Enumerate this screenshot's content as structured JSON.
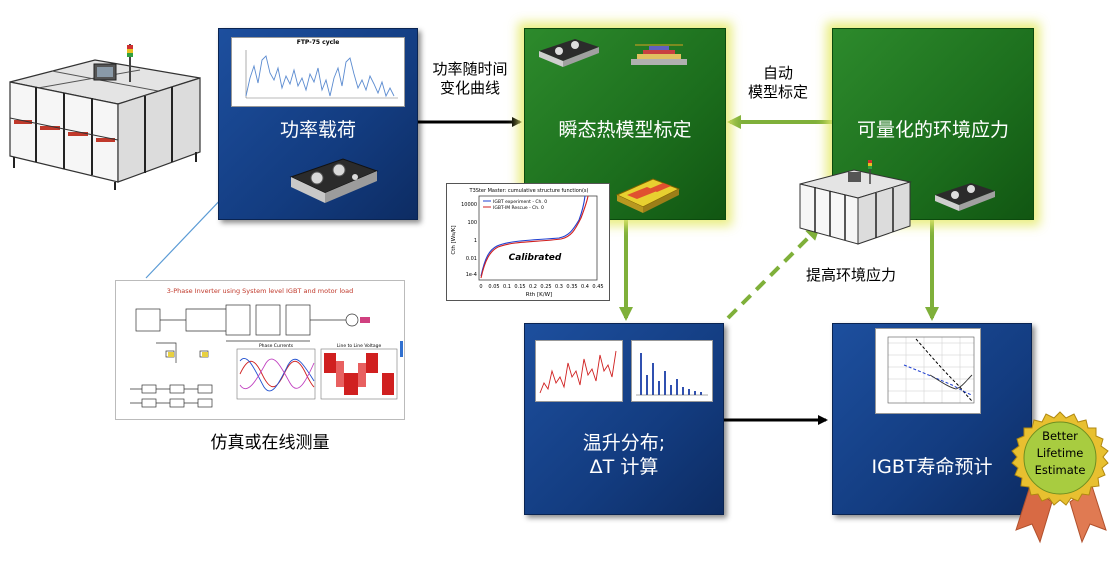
{
  "boxes": {
    "power_load": "功率载荷",
    "thermal_calibration": "瞬态热模型标定",
    "env_stress": "可量化的环境应力",
    "temp_rise": "温升分布;",
    "delta_t": "ΔT 计算",
    "lifetime": "IGBT寿命预计"
  },
  "labels": {
    "power_curve_line1": "功率随时间",
    "power_curve_line2": "变化曲线",
    "auto_line1": "自动",
    "auto_line2": "模型标定",
    "increase_stress": "提高环境应力",
    "simulation": "仿真或在线测量"
  },
  "badge": {
    "line1": "Better",
    "line2": "Lifetime",
    "line3": "Estimate"
  },
  "ftp_chart": {
    "title": "FTP-75 cycle"
  },
  "calibration_chart": {
    "title": "T3Ster Master: cumulative structure function(s)",
    "legend1": "IGBT experiment - Ch. 0",
    "legend2": "IGBT-IM Rescue - Ch. 0",
    "annotation": "Calibrated",
    "xlabel": "Rth [K/W]",
    "ylabel": "Cth [Ws/K]",
    "yticks": [
      "10000",
      "100",
      "1",
      "0.01",
      "1e-4"
    ],
    "xticks": [
      "0",
      "0.05",
      "0.1",
      "0.15",
      "0.2",
      "0.25",
      "0.3",
      "0.35",
      "0.4",
      "0.45"
    ]
  },
  "sim_panel": {
    "title": "3-Phase Inverter using System level IGBT and motor load",
    "phase_title": "Phase Currents",
    "line_title": "Line to Line Voltage"
  },
  "colors": {
    "blue_box": "#1d4f9e",
    "green_box": "#2d8a2c",
    "green_arrow": "#7fb03a",
    "glow": "#e6eb6e"
  }
}
